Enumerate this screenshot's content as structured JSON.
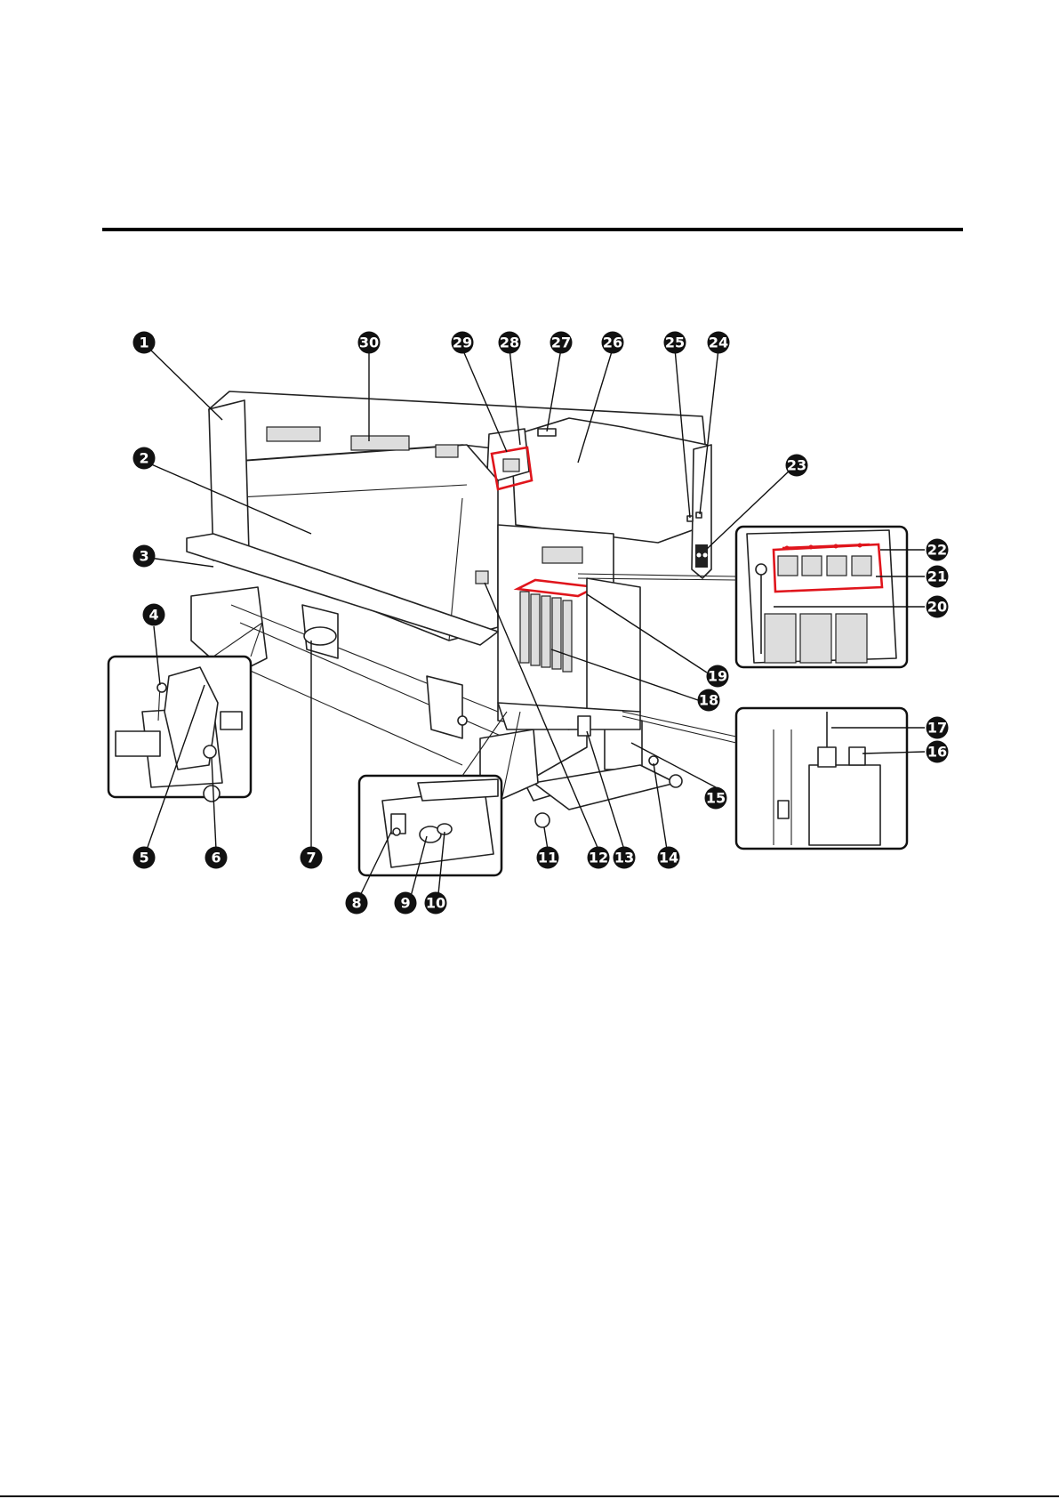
{
  "figure": {
    "callouts": [
      "1",
      "2",
      "3",
      "4",
      "5",
      "6",
      "7",
      "8",
      "9",
      "10",
      "11",
      "12",
      "13",
      "14",
      "15",
      "16",
      "17",
      "18",
      "19",
      "20",
      "21",
      "22",
      "23",
      "24",
      "25",
      "26",
      "27",
      "28",
      "29",
      "30"
    ]
  },
  "colors": {
    "highlight": "#e0151c",
    "callout": "#111111"
  }
}
